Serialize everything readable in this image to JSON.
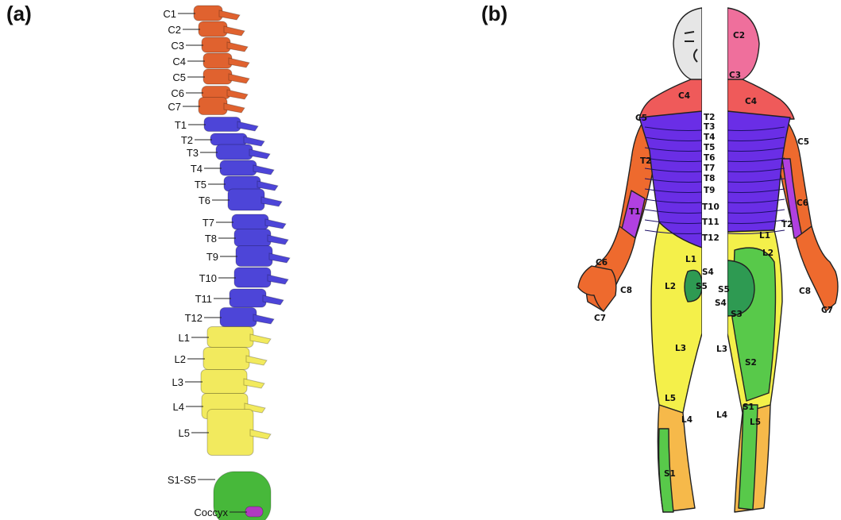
{
  "panels": {
    "a": "(a)",
    "b": "(b)"
  },
  "colors": {
    "cervical": "#e0622f",
    "thoracic": "#4d45d8",
    "lumbar": "#f2ea5e",
    "sacral": "#47b83a",
    "coccyx": "#b03ac0",
    "skin_c2": "#ef6f9c",
    "skin_c3c4": "#ef5a5a",
    "skin_arm": "#ee6a2e",
    "skin_thoracic": "#6a2ee6",
    "skin_l": "#f4f04a",
    "skin_l5": "#f6b94a",
    "skin_s": "#58c94a",
    "face": "#e6e6e6"
  },
  "vertebrae": [
    {
      "label": "C1",
      "region": "cervical"
    },
    {
      "label": "C2",
      "region": "cervical"
    },
    {
      "label": "C3",
      "region": "cervical"
    },
    {
      "label": "C4",
      "region": "cervical"
    },
    {
      "label": "C5",
      "region": "cervical"
    },
    {
      "label": "C6",
      "region": "cervical"
    },
    {
      "label": "C7",
      "region": "cervical"
    },
    {
      "label": "T1",
      "region": "thoracic"
    },
    {
      "label": "T2",
      "region": "thoracic"
    },
    {
      "label": "T3",
      "region": "thoracic"
    },
    {
      "label": "T4",
      "region": "thoracic"
    },
    {
      "label": "T5",
      "region": "thoracic"
    },
    {
      "label": "T6",
      "region": "thoracic"
    },
    {
      "label": "T7",
      "region": "thoracic"
    },
    {
      "label": "T8",
      "region": "thoracic"
    },
    {
      "label": "T9",
      "region": "thoracic"
    },
    {
      "label": "T10",
      "region": "thoracic"
    },
    {
      "label": "T11",
      "region": "thoracic"
    },
    {
      "label": "T12",
      "region": "thoracic"
    },
    {
      "label": "L1",
      "region": "lumbar"
    },
    {
      "label": "L2",
      "region": "lumbar"
    },
    {
      "label": "L3",
      "region": "lumbar"
    },
    {
      "label": "L4",
      "region": "lumbar"
    },
    {
      "label": "L5",
      "region": "lumbar"
    },
    {
      "label": "S1-S5",
      "region": "sacral"
    },
    {
      "label": "Coccyx",
      "region": "coccyx"
    }
  ],
  "dermatome_labels": {
    "c2": "C2",
    "c3": "C3",
    "c4l": "C4",
    "c4r": "C4",
    "c5l": "C5",
    "c5r": "C5",
    "c6l": "C6",
    "c6r": "C6",
    "c7l": "C7",
    "c7r": "C7",
    "c8l": "C8",
    "c8r": "C8",
    "t1l": "T1",
    "t2l": "T2",
    "t2r": "T2",
    "t2c": "T2",
    "t3c": "T3",
    "t4c": "T4",
    "t5c": "T5",
    "t6c": "T6",
    "t7c": "T7",
    "t8c": "T8",
    "t9c": "T9",
    "t10c": "T10",
    "t11c": "T11",
    "t12c": "T12",
    "l1l": "L1",
    "l1r": "L1",
    "l2l": "L2",
    "l2r": "L2",
    "l3l": "L3",
    "l3r": "L3",
    "l4l": "L4",
    "l4r": "L4",
    "l5l": "L5",
    "l5r": "L5",
    "s1l": "S1",
    "s1r": "S1",
    "s2r": "S2",
    "s3r": "S3",
    "s4l": "S4",
    "s4r": "S4",
    "s5l": "S5",
    "s5r": "S5"
  }
}
